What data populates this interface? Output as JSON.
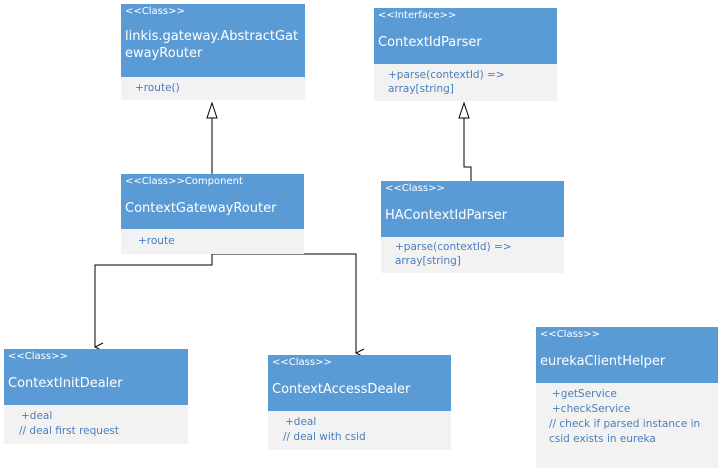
{
  "classes": {
    "abstract_router": {
      "stereotype": "<<Class>>",
      "name_line1": "linkis.gateway.AbstractGat",
      "name_line2": "ewayRouter",
      "members": [
        "+route()"
      ]
    },
    "context_id_parser": {
      "stereotype": "<<Interface>>",
      "name": "ContextIdParser",
      "members": [
        "+parse(contextId) =>",
        "array[string]"
      ]
    },
    "context_gateway_router": {
      "stereotype": "<<Class>>Component",
      "name": "ContextGatewayRouter",
      "members": [
        "+route"
      ]
    },
    "ha_context_id_parser": {
      "stereotype": "<<Class>>",
      "name": "HAContextIdParser",
      "members": [
        "+parse(contextId) =>",
        "array[string]"
      ]
    },
    "context_init_dealer": {
      "stereotype": "<<Class>>",
      "name": "ContextInitDealer",
      "members": [
        "+deal",
        "// deal first request"
      ]
    },
    "context_access_dealer": {
      "stereotype": "<<Class>>",
      "name": "ContextAccessDealer",
      "members": [
        "+deal",
        "// deal with csid"
      ]
    },
    "eureka_client_helper": {
      "stereotype": "<<Class>>",
      "name": "eurekaClientHelper",
      "members": [
        "+getService",
        "+checkService",
        "// check if parsed instance in",
        "csid exists in eureka"
      ]
    }
  },
  "colors": {
    "header": "#5b9bd5",
    "body": "#f2f2f2",
    "member_text": "#4a7ebb",
    "edge": "#000000"
  }
}
